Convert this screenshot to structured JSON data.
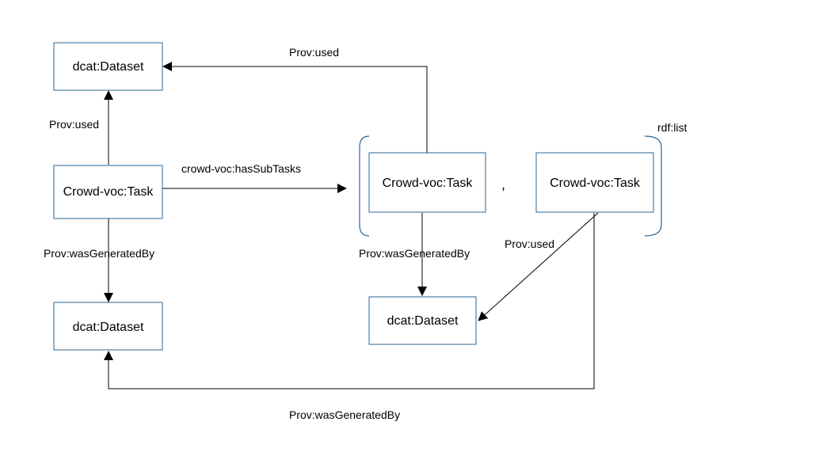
{
  "nodes": {
    "dataset_top": "dcat:Dataset",
    "task_main": "Crowd-voc:Task",
    "dataset_bottom": "dcat:Dataset",
    "subtask_1": "Crowd-voc:Task",
    "subtask_2": "Crowd-voc:Task",
    "dataset_mid": "dcat:Dataset"
  },
  "edges": {
    "task_used_top": "Prov:used",
    "task_generated_bottom": "Prov:wasGeneratedBy",
    "has_subtasks": "crowd-voc:hasSubTasks",
    "subtask1_used_top": "Prov:used",
    "subtask1_generated_mid": "Prov:wasGeneratedBy",
    "subtask2_used_mid": "Prov:used",
    "subtask2_generated_bottom": "Prov:wasGeneratedBy"
  },
  "list": {
    "label": "rdf:list",
    "separator": ","
  },
  "colors": {
    "node_border": "#2a6496",
    "edge": "#000000",
    "background": "#ffffff"
  }
}
